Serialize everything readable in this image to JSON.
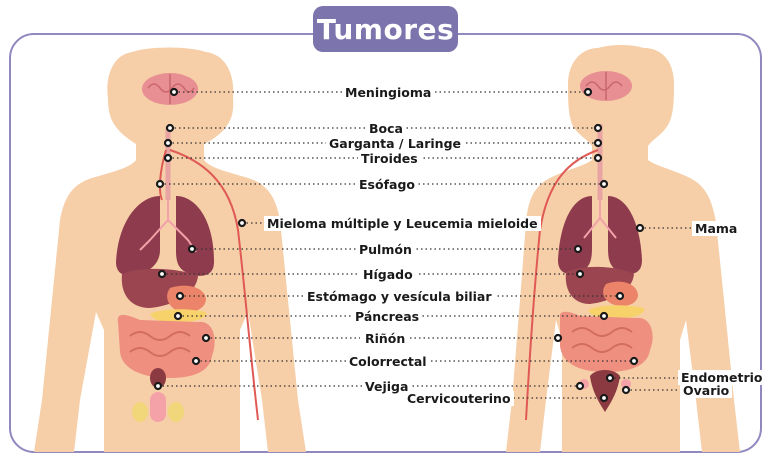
{
  "title": "Tumores",
  "labels": {
    "meningioma": "Meningioma",
    "boca": "Boca",
    "garganta": "Garganta / Laringe",
    "tiroides": "Tiroides",
    "esofago": "Esófago",
    "mieloma": "Mieloma múltiple y Leucemia mieloide",
    "mama": "Mama",
    "pulmon": "Pulmón",
    "higado": "Hígado",
    "estomago": "Estómago y vesícula biliar",
    "pancreas": "Páncreas",
    "rinon": "Riñón",
    "colorrectal": "Colorrectal",
    "vejiga": "Vejiga",
    "endometrio": "Endometrio",
    "ovario": "Ovario",
    "cervicouterino": "Cervicouterino"
  },
  "colors": {
    "badge": "#7b74ad",
    "frame": "#8f89c0",
    "skin": "#f6cfa8",
    "brain": "#e88f93",
    "lung": "#8e3b4d",
    "liver": "#9a4550",
    "stomach": "#eb8468",
    "pancreas": "#f7d26a",
    "intestine": "#ee8f80",
    "vessel": "#e05a55",
    "marker": "#1a1a1a"
  }
}
